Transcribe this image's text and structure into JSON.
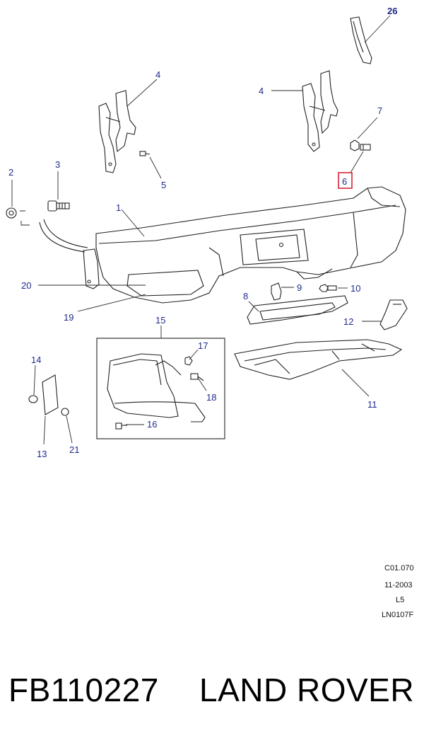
{
  "callouts": {
    "c1": "1",
    "c2": "2",
    "c3": "3",
    "c4a": "4",
    "c4b": "4",
    "c5": "5",
    "c6": "6",
    "c7": "7",
    "c8": "8",
    "c9": "9",
    "c10": "10",
    "c11": "11",
    "c12": "12",
    "c13": "13",
    "c14": "14",
    "c15": "15",
    "c16": "16",
    "c17": "17",
    "c18": "18",
    "c19": "19",
    "c20": "20",
    "c21": "21",
    "c26": "26"
  },
  "meta": {
    "ref": "C01.070",
    "date": "11-2003",
    "level": "L5",
    "drawing": "LN0107F"
  },
  "footer": {
    "part_number": "FB110227",
    "brand": "LAND ROVER"
  },
  "colors": {
    "callout_text": "#1f2a8c",
    "highlight_box": "#d6243a",
    "line_art": "#222222"
  }
}
